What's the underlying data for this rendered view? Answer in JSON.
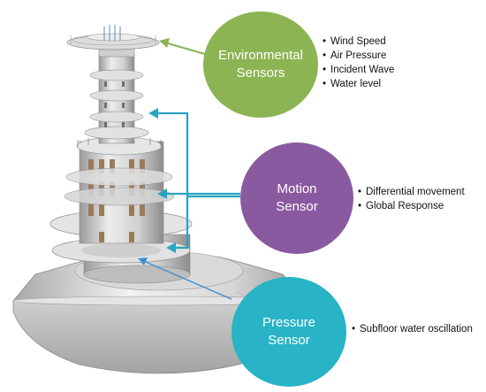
{
  "colors": {
    "environmental": "#8cb453",
    "motion": "#8a5aa0",
    "pressure": "#28b3c6",
    "arrow_green": "#8cb453",
    "arrow_teal": "#2aa4c0",
    "tower_light": "#e8e8e8",
    "tower_mid": "#bdbdbd",
    "tower_dark": "#7d7d7d"
  },
  "sensors": [
    {
      "title_line1": "Environmental",
      "title_line2": "Sensors",
      "items": [
        "Wind Speed",
        "Air Pressure",
        "Incident Wave",
        "Water level"
      ]
    },
    {
      "title_line1": "Motion",
      "title_line2": "Sensor",
      "items": [
        "Differential movement",
        "Global  Response"
      ]
    },
    {
      "title_line1": "Pressure",
      "title_line2": "Sensor",
      "items": [
        "Subfloor water oscillation"
      ]
    }
  ]
}
